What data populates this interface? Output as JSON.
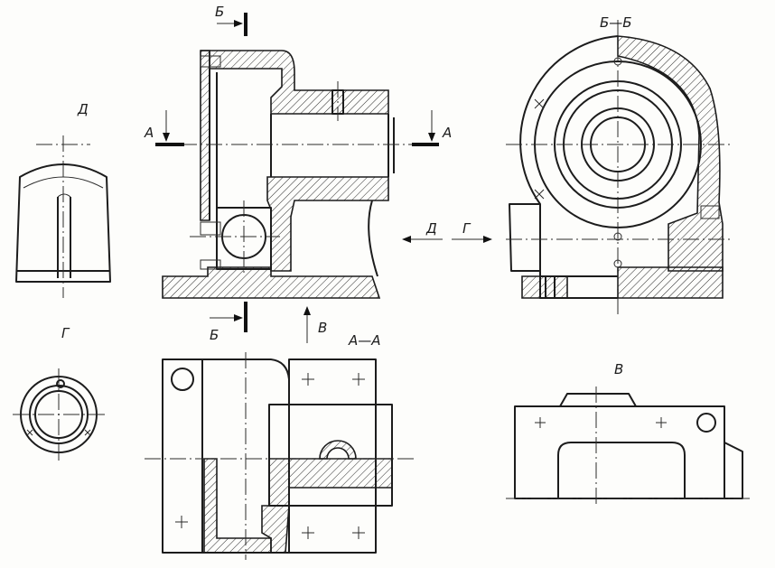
{
  "drawing": {
    "view_labels": {
      "d_view": "Д",
      "g_view": "Г",
      "section_bb": "Б—Б",
      "section_aa": "А—А",
      "v_view": "В"
    },
    "cut_marks": {
      "a_left": "А",
      "a_right": "А",
      "b_top": "Б",
      "b_bottom": "Б",
      "v_arrow": "В",
      "d_arrow": "Д",
      "g_arrow": "Г"
    }
  }
}
